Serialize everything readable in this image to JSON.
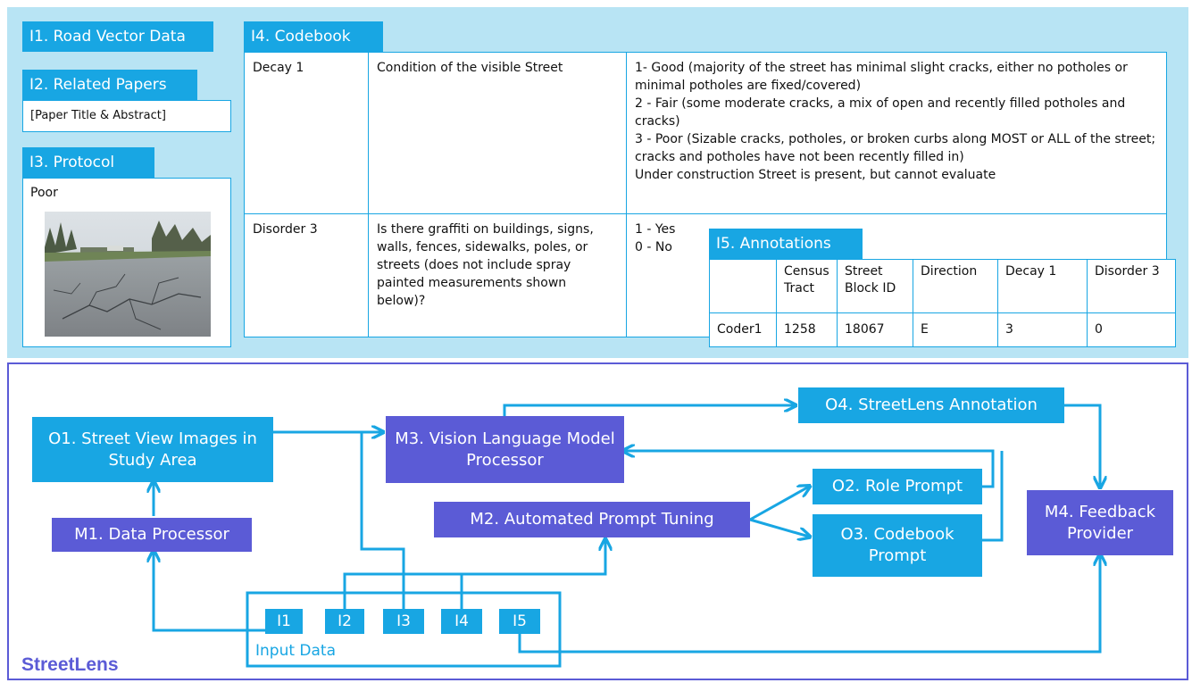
{
  "inputs": {
    "i1_title": "I1. Road Vector Data",
    "i2_title": "I2. Related Papers",
    "i2_content": "[Paper Title & Abstract]",
    "i3_title": "I3. Protocol",
    "i3_content": "Poor",
    "i4_title": "I4. Codebook",
    "i5_title": "I5. Annotations"
  },
  "codebook": [
    {
      "code": "Decay 1",
      "question": "Condition of the visible Street",
      "answers": [
        "1- Good (majority of the street has minimal slight cracks, either no potholes or minimal potholes are fixed/covered)",
        "2 - Fair (some moderate cracks, a mix of open and recently filled potholes and cracks)",
        "3 - Poor (Sizable cracks, potholes, or broken curbs along MOST or ALL of the street; cracks and potholes have not been recently filled in)",
        "Under construction Street is present, but cannot evaluate"
      ]
    },
    {
      "code": "Disorder 3",
      "question": "Is there graffiti on buildings, signs, walls, fences, sidewalks, poles, or streets (does not include spray painted measurements shown below)?",
      "answers": [
        "1 - Yes",
        "0 - No"
      ]
    }
  ],
  "annotations": {
    "headers": [
      "",
      "Census Tract",
      "Street Block ID",
      "Direction",
      "Decay 1",
      "Disorder 3"
    ],
    "rows": [
      [
        "Coder1",
        "1258",
        "18067",
        "E",
        "3",
        "0"
      ]
    ]
  },
  "pipeline": {
    "o1": "O1. Street View Images in Study Area",
    "m1": "M1. Data Processor",
    "m3": "M3. Vision Language Model Processor",
    "m2": "M2. Automated Prompt Tuning",
    "o2": "O2. Role Prompt",
    "o3": "O3. Codebook Prompt",
    "o4": "O4. StreetLens Annotation",
    "m4": "M4. Feedback Provider",
    "input_items": [
      "I1",
      "I2",
      "I3",
      "I4",
      "I5"
    ],
    "input_label": "Input Data",
    "system_name": "StreetLens"
  },
  "colors": {
    "cyan": "#18a6e3",
    "purple": "#5b5bd6",
    "panel_bg": "#b8e4f4"
  }
}
